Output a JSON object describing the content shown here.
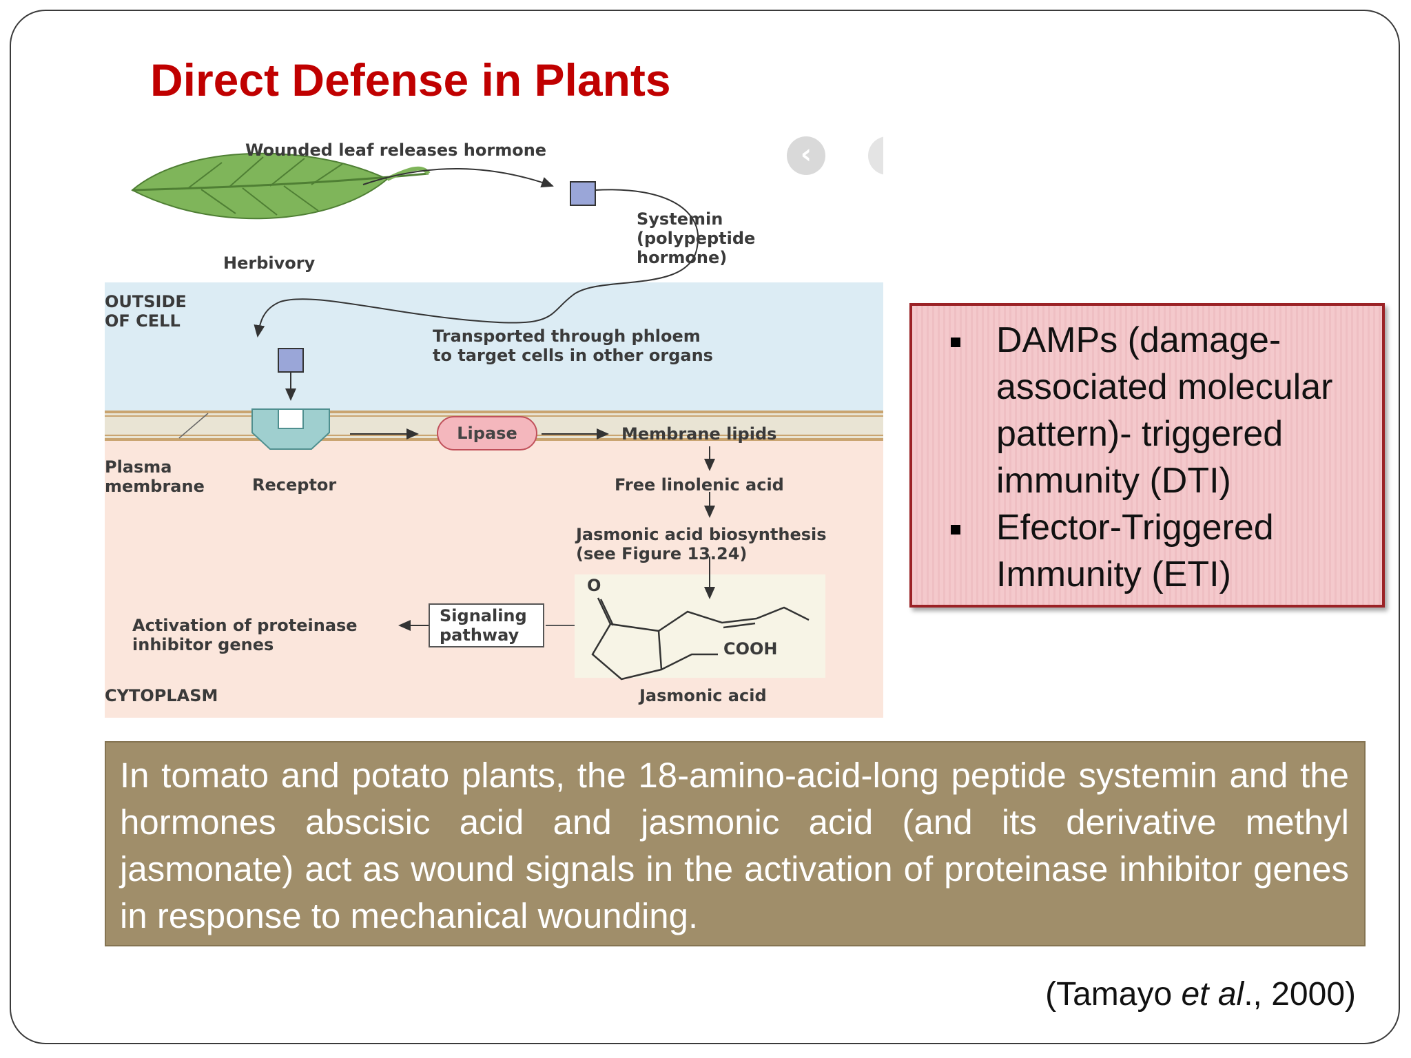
{
  "slide": {
    "title": "Direct Defense in Plants",
    "colors": {
      "title": "#c00000",
      "bullet_box_bg": "#f4c9cc",
      "bullet_box_border": "#9b2226",
      "caption_bg": "#a08e6a"
    }
  },
  "diagram": {
    "wounded_leaf": "Wounded leaf releases hormone",
    "herbivory": "Herbivory",
    "systemin": "Systemin\n(polypeptide\nhormone)",
    "outside_cell": "OUTSIDE\nOF CELL",
    "transported": "Transported through phloem\nto target cells in other organs",
    "lipase": "Lipase",
    "membrane_lipids": "Membrane lipids",
    "plasma_membrane": "Plasma\nmembrane",
    "receptor": "Receptor",
    "free_linolenic": "Free linolenic acid",
    "ja_biosynthesis": "Jasmonic acid biosynthesis\n(see Figure 13.24)",
    "activation": "Activation of proteinase\ninhibitor genes",
    "signaling": "Signaling\npathway",
    "cooh": "COOH",
    "oxygen": "O",
    "cytoplasm": "CYTOPLASM",
    "jasmonic_acid": "Jasmonic acid",
    "nav_icon": "chevron-left-icon"
  },
  "bullets": [
    "DAMPs (damage-associated molecular pattern)- triggered immunity (DTI)",
    "Efector-Triggered Immunity (ETI)"
  ],
  "caption": "In tomato and potato plants, the 18-amino-acid-long peptide systemin and the hormones abscisic acid and jasmonic acid (and its derivative methyl jasmonate) act as wound signals in the activation of proteinase inhibitor genes in response to mechanical wounding.",
  "citation": {
    "author": "(Tamayo ",
    "etal": "et al",
    "rest": "., 2000)"
  }
}
